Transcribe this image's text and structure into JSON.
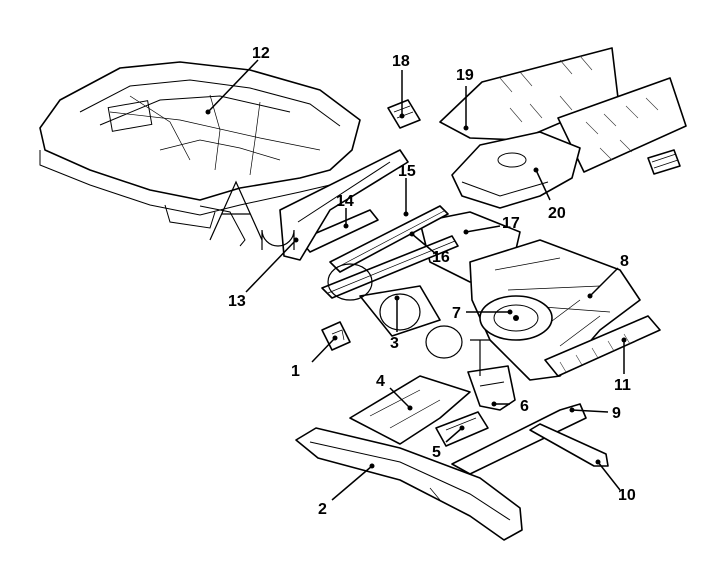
{
  "diagram": {
    "parts": [
      {
        "id": "part-1",
        "number": "1"
      },
      {
        "id": "part-2",
        "number": "2"
      },
      {
        "id": "part-3",
        "number": "3"
      },
      {
        "id": "part-4",
        "number": "4"
      },
      {
        "id": "part-5",
        "number": "5"
      },
      {
        "id": "part-6",
        "number": "6"
      },
      {
        "id": "part-7",
        "number": "7"
      },
      {
        "id": "part-8",
        "number": "8"
      },
      {
        "id": "part-9",
        "number": "9"
      },
      {
        "id": "part-10",
        "number": "10"
      },
      {
        "id": "part-11",
        "number": "11"
      },
      {
        "id": "part-12",
        "number": "12"
      },
      {
        "id": "part-13",
        "number": "13"
      },
      {
        "id": "part-14",
        "number": "14"
      },
      {
        "id": "part-15",
        "number": "15"
      },
      {
        "id": "part-16",
        "number": "16"
      },
      {
        "id": "part-17",
        "number": "17"
      },
      {
        "id": "part-18",
        "number": "18"
      },
      {
        "id": "part-19",
        "number": "19"
      },
      {
        "id": "part-20",
        "number": "20"
      }
    ]
  }
}
